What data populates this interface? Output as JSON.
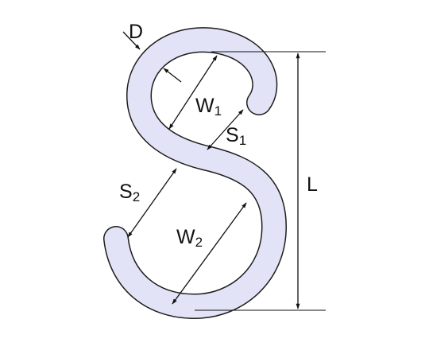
{
  "labels": {
    "D": "D",
    "W1": {
      "main": "W",
      "sub": "1"
    },
    "W2": {
      "main": "W",
      "sub": "2"
    },
    "S1": {
      "main": "S",
      "sub": "1"
    },
    "S2": {
      "main": "S",
      "sub": "2"
    },
    "L": "L"
  },
  "colors": {
    "hook_fill": "#e2e3f6",
    "hook_outline": "#1e1e1e",
    "dimension_lines": "#111111",
    "background": "#ffffff"
  }
}
